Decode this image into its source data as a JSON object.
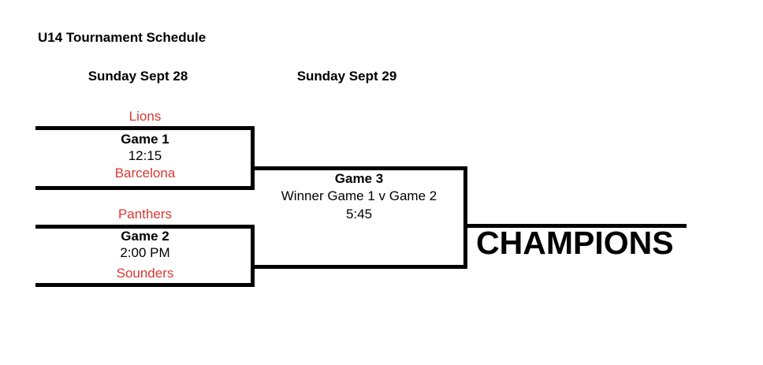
{
  "colors": {
    "team_name": "#d93831",
    "bracket_line": "#000000",
    "text": "#000000"
  },
  "header": {
    "title": "U14 Tournament Schedule"
  },
  "columns": {
    "day1": "Sunday Sept 28",
    "day2": "Sunday Sept 29"
  },
  "bracket": {
    "game1": {
      "label": "Game 1",
      "time": "12:15",
      "top_team": "Lions",
      "bottom_team": "Barcelona"
    },
    "game2": {
      "label": "Game 2",
      "time": "2:00 PM",
      "top_team": "Panthers",
      "bottom_team": "Sounders"
    },
    "game3": {
      "label": "Game 3",
      "participants": "Winner Game 1 v Game 2",
      "time": "5:45"
    },
    "champion_label": "CHAMPIONS"
  }
}
